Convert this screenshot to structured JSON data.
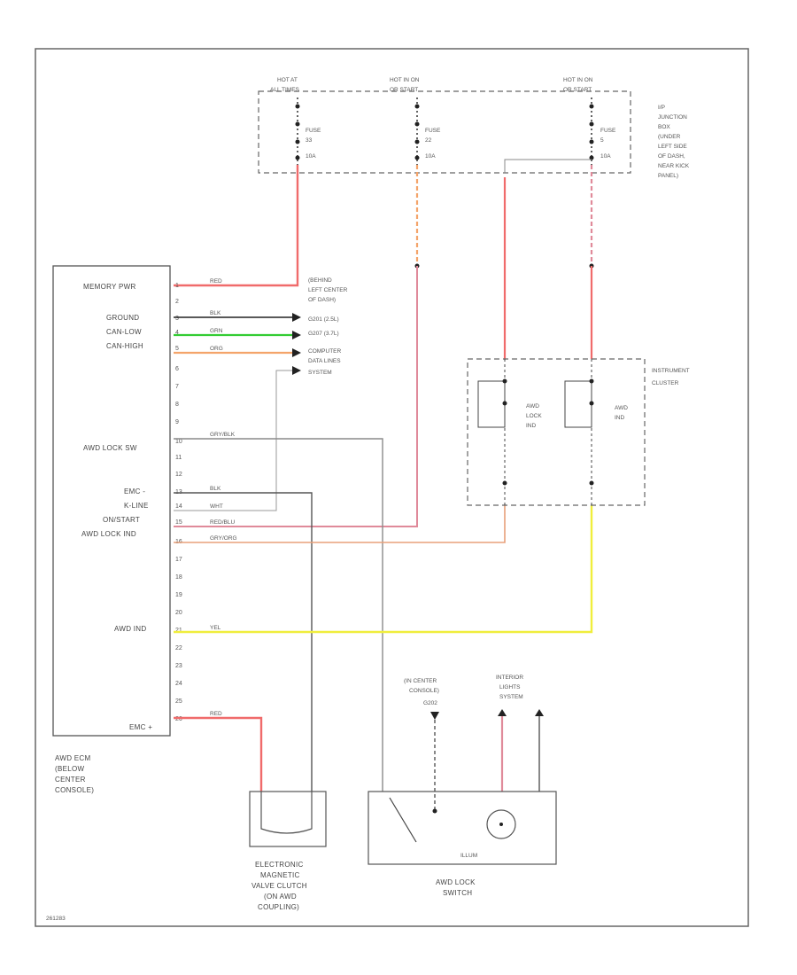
{
  "colors": {
    "red": "#f06b6b",
    "green": "#33cc33",
    "orange": "#f4a46a",
    "yellow": "#f0ee3c",
    "salmon": "#e8a07a",
    "pink": "#e08a9a",
    "gray": "#8a8a8a",
    "black": "#222222"
  },
  "fuses": [
    {
      "hot": "HOT AT",
      "hot2": "ALL TIMES",
      "fuse": "FUSE",
      "num": "33",
      "amps": "10A"
    },
    {
      "hot": "HOT IN ON",
      "hot2": "OR START",
      "fuse": "FUSE",
      "num": "22",
      "amps": "10A"
    },
    {
      "hot": "HOT IN ON",
      "hot2": "OR START",
      "fuse": "FUSE",
      "num": "5",
      "amps": "10A"
    }
  ],
  "junction_box": [
    "I/P",
    "JUNCTION",
    "BOX",
    "(UNDER",
    "LEFT SIDE",
    "OF DASH,",
    "NEAR KICK",
    "PANEL)"
  ],
  "module": {
    "pins_left": [
      "MEMORY PWR",
      "GROUND",
      "CAN-LOW",
      "CAN-HIGH",
      "AWD LOCK SW",
      "EMC -",
      "K-LINE",
      "ON/START",
      "AWD LOCK IND",
      "AWD IND",
      "EMC +"
    ],
    "pin_numbers": [
      "1",
      "2",
      "3",
      "4",
      "5",
      "6",
      "7",
      "8",
      "9",
      "10",
      "11",
      "12",
      "13",
      "14",
      "15",
      "16",
      "17",
      "18",
      "19",
      "20",
      "21",
      "22",
      "23",
      "24",
      "25",
      "26"
    ],
    "caption": [
      "AWD ECM",
      "(BELOW",
      "CENTER",
      "CONSOLE)"
    ]
  },
  "wires": {
    "memory": "RED",
    "ground": "BLK",
    "can_low": "GRN",
    "can_high": "ORG",
    "awd_lock_sw": "GRY/BLK",
    "emc_minus": "BLK",
    "kline": "WHT",
    "onstart": "RED/BLU",
    "awd_lock_ind": "GRY/ORG",
    "awd_ind": "YEL",
    "emc_plus": "RED"
  },
  "ground_note": [
    "(BEHIND",
    "LEFT CENTER",
    "OF DASH)",
    "G201 (2.5L)",
    "G207 (3.7L)"
  ],
  "computer_data": [
    "COMPUTER",
    "DATA LINES",
    "SYSTEM"
  ],
  "instrument_cluster": [
    "INSTRUMENT",
    "CLUSTER"
  ],
  "cluster_items": [
    [
      "AWD",
      "LOCK",
      "IND"
    ],
    [
      "AWD",
      "IND"
    ]
  ],
  "center_console": [
    "(IN CENTER",
    "CONSOLE)",
    "G202"
  ],
  "interior_lights": [
    "INTERIOR",
    "LIGHTS",
    "SYSTEM"
  ],
  "clutch_caption": [
    "ELECTRONIC",
    "MAGNETIC",
    "VALVE CLUTCH",
    "(ON AWD",
    "COUPLING)"
  ],
  "switch_caption": [
    "AWD LOCK",
    "SWITCH"
  ],
  "illum": "ILLUM",
  "footer_code": "261283"
}
